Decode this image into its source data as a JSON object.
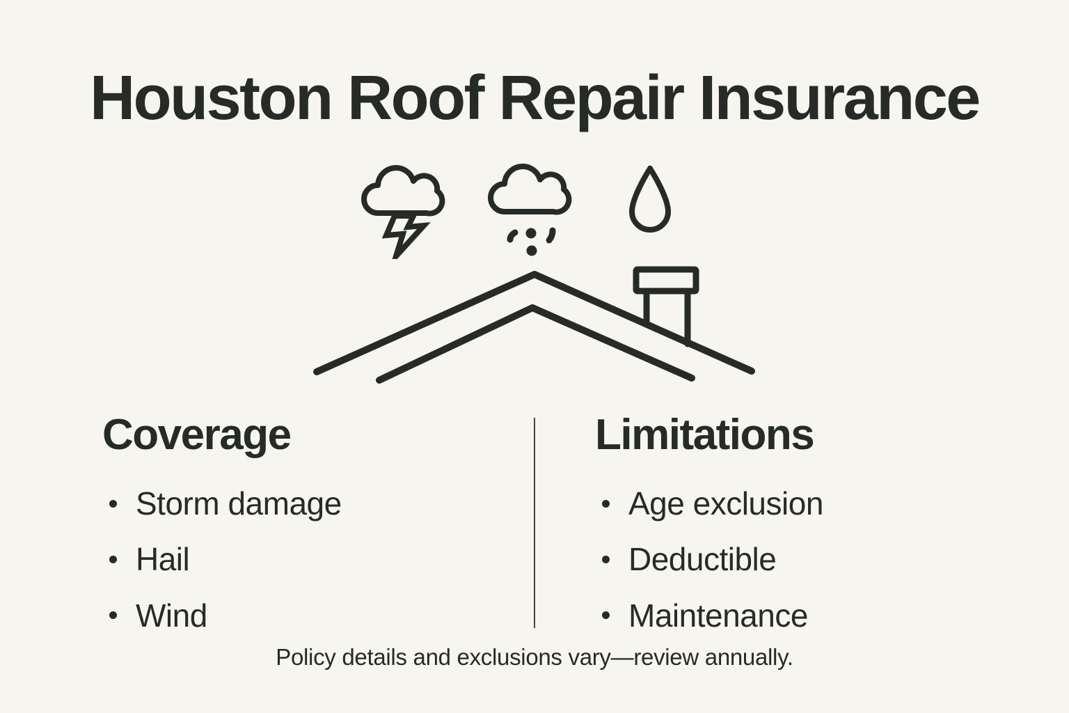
{
  "colors": {
    "background": "#f7f5f0",
    "ink": "#262b28",
    "divider": "#3f4442"
  },
  "title": "Houston Roof Repair Insurance",
  "icons": {
    "storm": "cloud-lightning-icon",
    "hail": "cloud-hail-icon",
    "drop": "water-drop-icon",
    "roof": "roof-with-chimney-icon"
  },
  "coverage": {
    "heading": "Coverage",
    "items": [
      "Storm damage",
      "Hail",
      "Wind"
    ]
  },
  "limitations": {
    "heading": "Limitations",
    "items": [
      "Age exclusion",
      "Deductible",
      "Maintenance"
    ]
  },
  "footer": "Policy details and exclusions vary—review annually."
}
